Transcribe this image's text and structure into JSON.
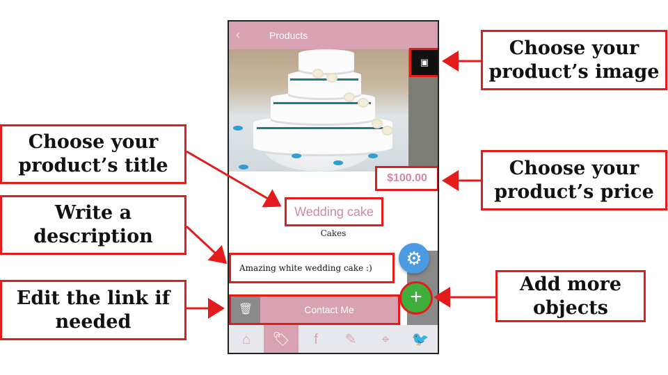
{
  "app": {
    "title": "Products",
    "back_icon": "chevron-left-icon",
    "camera_icon": "camera-icon"
  },
  "product": {
    "price": "$100.00",
    "title": "Wedding cake",
    "category": "Cakes",
    "description": "Amazing white wedding cake :)"
  },
  "actions": {
    "contact_label": "Contact Me",
    "delete_icon": "trash-icon",
    "settings_icon": "gear-icon",
    "add_icon": "plus-icon"
  },
  "tabs": [
    {
      "icon": "home-icon",
      "glyph": "⌂"
    },
    {
      "icon": "tag-icon",
      "glyph": "🏷"
    },
    {
      "icon": "facebook-icon",
      "glyph": "f"
    },
    {
      "icon": "edit-icon",
      "glyph": "✎"
    },
    {
      "icon": "map-pin-icon",
      "glyph": "⌖"
    },
    {
      "icon": "twitter-icon",
      "glyph": "🐦"
    }
  ],
  "callouts": {
    "image": [
      "Choose your",
      "product’s image"
    ],
    "title": [
      "Choose your",
      "product’s title"
    ],
    "price": [
      "Choose your",
      "product’s price"
    ],
    "description": [
      "Write a",
      "description"
    ],
    "link": [
      "Edit the link if",
      "needed"
    ],
    "add": [
      "Add more",
      "objects"
    ]
  },
  "colors": {
    "accent": "#d9a2b2",
    "highlight": "#e31b1b",
    "add_button": "#3fae3a",
    "settings_button": "#4a9be2"
  }
}
